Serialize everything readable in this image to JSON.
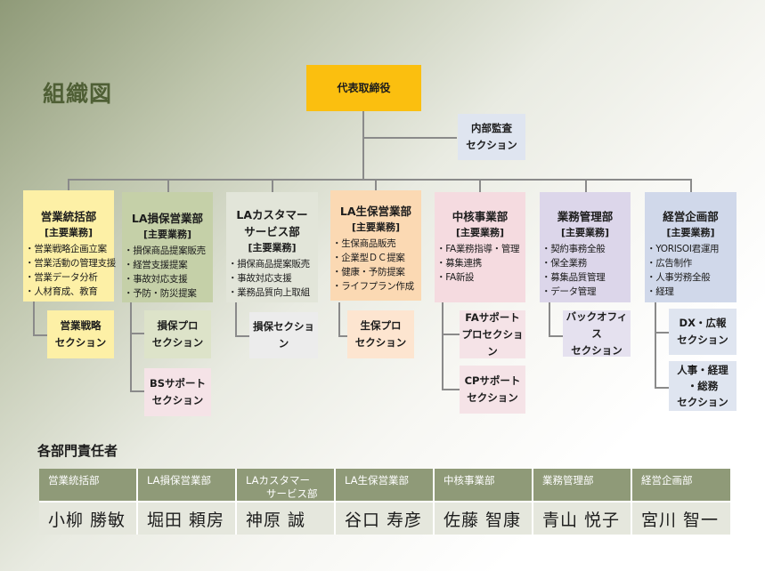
{
  "title": "組織図",
  "ceo": "代表取締役",
  "audit": "内部監査\nセクション",
  "duties_tag": "[主要業務]",
  "departments": [
    {
      "name": "営業統括部",
      "duties": [
        "・営業戦略企画立案",
        "・営業活動の管理支援",
        "・営業データ分析",
        "・人材育成、教育"
      ],
      "color": "#fdf0a6"
    },
    {
      "name": "LA損保営業部",
      "duties": [
        "・損保商品提案販売",
        "・経営支援提案",
        "・事故対応支援",
        "・予防・防災提案"
      ],
      "color": "#c5d0a8"
    },
    {
      "name": "LAカスタマー\nサービス部",
      "duties": [
        "・損保商品提案販売",
        "・事故対応支援",
        "・業務品質向上取組"
      ],
      "color": "#e2e5d9"
    },
    {
      "name": "LA生保営業部",
      "duties": [
        "・生保商品販売",
        "・企業型ＤＣ提案",
        "・健康・予防提案",
        "・ライフプラン作成"
      ],
      "color": "#fbd9b3"
    },
    {
      "name": "中核事業部",
      "duties": [
        "・FA業務指導・管理",
        "・募集連携",
        "・FA新設"
      ],
      "color": "#f5dbe0"
    },
    {
      "name": "業務管理部",
      "duties": [
        "・契約事務全般",
        "・保全業務",
        "・募集品質管理",
        "・データ管理"
      ],
      "color": "#dcd6ea"
    },
    {
      "name": "経営企画部",
      "duties": [
        "・YORISOI君運用",
        "・広告制作",
        "・人事労務全般",
        "・経理"
      ],
      "color": "#d0d8ea"
    }
  ],
  "sections": {
    "eigyo_senryaku": "営業戦略\nセクション",
    "sonpo_pro": "損保プロ\nセクション",
    "bs_support": "BSサポート\nセクション",
    "sonpo_section": "損保セクション",
    "seiho_pro": "生保プロ\nセクション",
    "fa_support": "FAサポート\nプロセクション",
    "cp_support": "CPサポート\nセクション",
    "back_office": "バックオフィス\nセクション",
    "dx_koho": "DX・広報\nセクション",
    "jinji_keiri": "人事・経理\n・総務\nセクション"
  },
  "heads": {
    "title": "各部門責任者",
    "columns": [
      "営業統括部",
      "LA損保営業部",
      "LAカスタマー\n　　サービス部",
      "LA生保営業部",
      "中核事業部",
      "業務管理部",
      "経営企画部"
    ],
    "names": [
      "小柳 勝敏",
      "堀田 頼房",
      "神原 誠",
      "谷口 寿彦",
      "佐藤 智康",
      "青山 悦子",
      "宮川 智一"
    ]
  },
  "colors": {
    "ceo": "#fbbf0f",
    "audit": "#dfe5f0",
    "accent": "#8f9a78",
    "title": "#4f5f35"
  }
}
